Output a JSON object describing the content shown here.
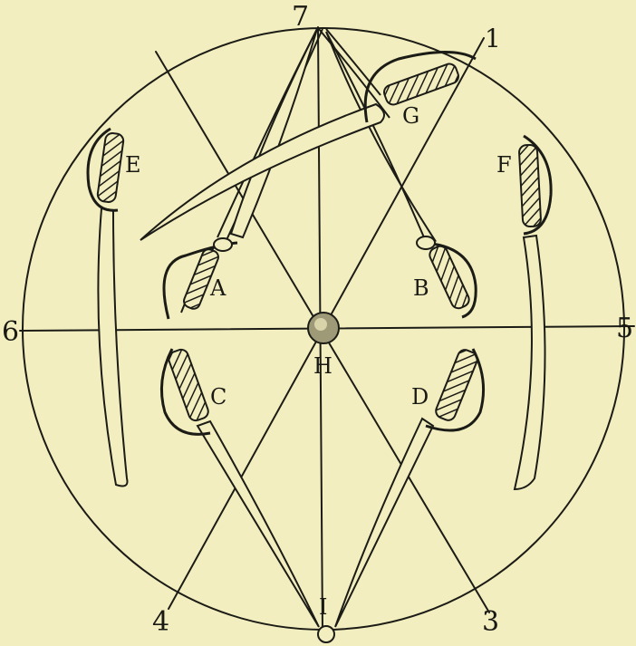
{
  "figure": {
    "ink_color": "#1c1c16",
    "paper_color": "#f3eec0",
    "point_labels": {
      "top": "7",
      "top_right": "1",
      "right": "5",
      "bottom_right": "3",
      "bottom": "I",
      "bottom_left": "4",
      "left": "6",
      "center": "H"
    },
    "sword_labels": {
      "a": "A",
      "b": "B",
      "c": "C",
      "d": "D",
      "e": "E",
      "f": "F",
      "g": "G"
    }
  }
}
